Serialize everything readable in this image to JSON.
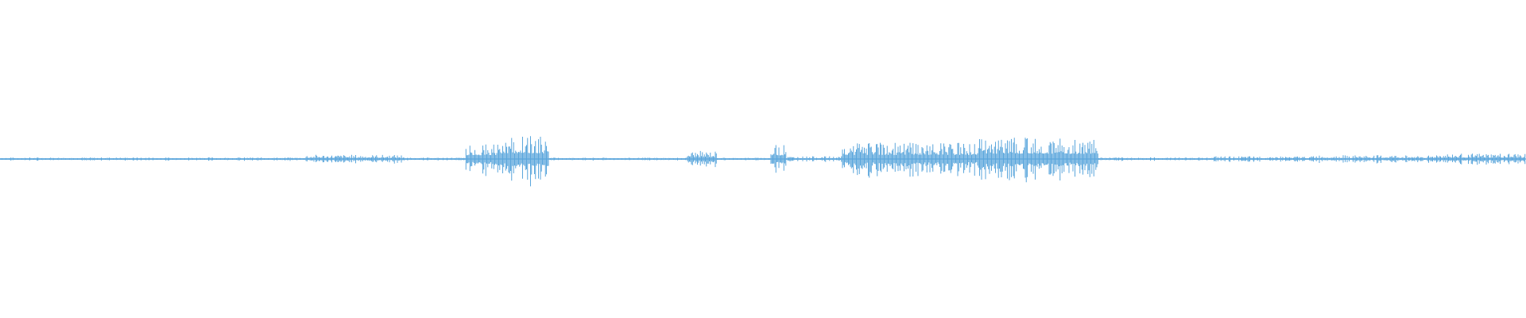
{
  "waveform": {
    "color": "#5aa6dc",
    "background": "#ffffff",
    "duration_fraction_shown": 1.0,
    "segments": [
      {
        "start": 0.0,
        "end": 0.2,
        "amplitude": 0.06
      },
      {
        "start": 0.2,
        "end": 0.265,
        "amplitude": 0.16
      },
      {
        "start": 0.265,
        "end": 0.305,
        "amplitude": 0.05
      },
      {
        "start": 0.305,
        "end": 0.33,
        "amplitude": 0.55
      },
      {
        "start": 0.33,
        "end": 0.36,
        "amplitude": 0.85
      },
      {
        "start": 0.36,
        "end": 0.45,
        "amplitude": 0.05
      },
      {
        "start": 0.45,
        "end": 0.47,
        "amplitude": 0.3
      },
      {
        "start": 0.47,
        "end": 0.505,
        "amplitude": 0.05
      },
      {
        "start": 0.505,
        "end": 0.515,
        "amplitude": 0.55
      },
      {
        "start": 0.515,
        "end": 0.552,
        "amplitude": 0.1
      },
      {
        "start": 0.552,
        "end": 0.64,
        "amplitude": 0.6
      },
      {
        "start": 0.64,
        "end": 0.7,
        "amplitude": 0.8
      },
      {
        "start": 0.7,
        "end": 0.72,
        "amplitude": 0.75
      },
      {
        "start": 0.72,
        "end": 0.795,
        "amplitude": 0.06
      },
      {
        "start": 0.795,
        "end": 0.86,
        "amplitude": 0.1
      },
      {
        "start": 0.86,
        "end": 0.94,
        "amplitude": 0.14
      },
      {
        "start": 0.94,
        "end": 1.0,
        "amplitude": 0.2
      }
    ]
  }
}
